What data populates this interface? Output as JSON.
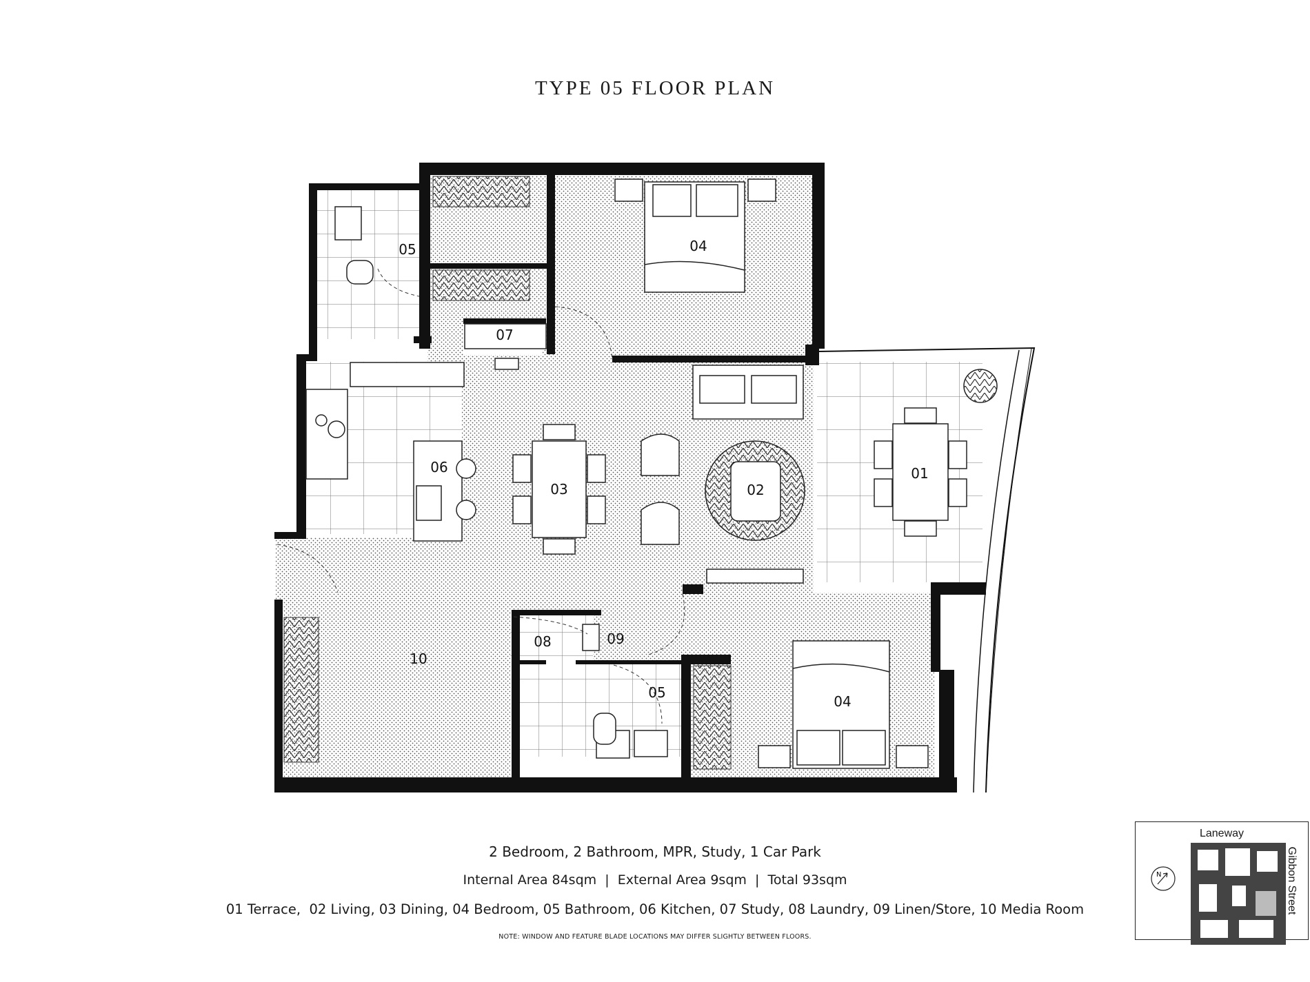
{
  "title": "TYPE 05 FLOOR PLAN",
  "rooms": {
    "r01": "01",
    "r02": "02",
    "r03": "03",
    "r04a": "04",
    "r04b": "04",
    "r05a": "05",
    "r05b": "05",
    "r06": "06",
    "r07": "07",
    "r08": "08",
    "r09": "09",
    "r10": "10"
  },
  "info": {
    "summary": "2 Bedroom, 2 Bathroom, MPR, Study, 1 Car Park",
    "areas": "Internal Area 84sqm  |  External Area 9sqm  |  Total 93sqm",
    "legend": "01 Terrace,  02 Living, 03 Dining, 04 Bedroom, 05 Bathroom, 06 Kitchen, 07 Study, 08 Laundry, 09 Linen/Store, 10 Media Room",
    "note": "NOTE: WINDOW AND FEATURE BLADE LOCATIONS MAY DIFFER SLIGHTLY BETWEEN FLOORS."
  },
  "keyplan": {
    "top_street": "Laneway",
    "side_street": "Gibbon Street",
    "north_icon": "north-arrow-icon"
  }
}
